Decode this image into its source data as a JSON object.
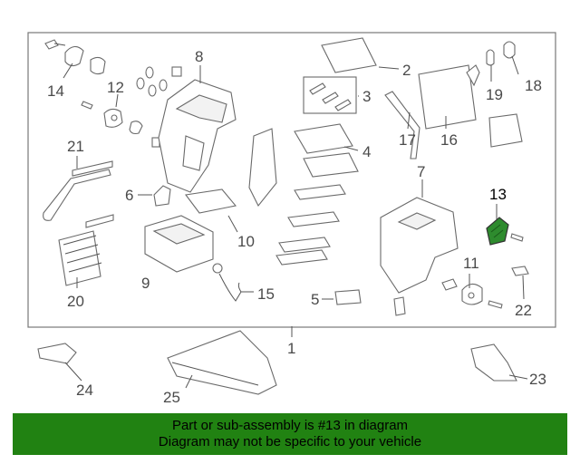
{
  "diagram": {
    "callouts": [
      {
        "id": "1",
        "label": "1"
      },
      {
        "id": "2",
        "label": "2"
      },
      {
        "id": "3",
        "label": "3"
      },
      {
        "id": "4",
        "label": "4"
      },
      {
        "id": "5",
        "label": "5"
      },
      {
        "id": "6",
        "label": "6"
      },
      {
        "id": "7",
        "label": "7"
      },
      {
        "id": "8",
        "label": "8"
      },
      {
        "id": "9",
        "label": "9"
      },
      {
        "id": "10",
        "label": "10"
      },
      {
        "id": "11",
        "label": "11"
      },
      {
        "id": "12",
        "label": "12"
      },
      {
        "id": "13",
        "label": "13"
      },
      {
        "id": "14",
        "label": "14"
      },
      {
        "id": "15",
        "label": "15"
      },
      {
        "id": "16",
        "label": "16"
      },
      {
        "id": "17",
        "label": "17"
      },
      {
        "id": "18",
        "label": "18"
      },
      {
        "id": "19",
        "label": "19"
      },
      {
        "id": "20",
        "label": "20"
      },
      {
        "id": "21",
        "label": "21"
      },
      {
        "id": "22",
        "label": "22"
      },
      {
        "id": "23",
        "label": "23"
      },
      {
        "id": "24",
        "label": "24"
      },
      {
        "id": "25",
        "label": "25"
      }
    ],
    "highlighted_part": "13",
    "highlight_color": "#2e8b2e"
  },
  "banner": {
    "line1": "Part or sub-assembly is #13 in diagram",
    "line2": "Diagram may not be specific to your vehicle",
    "background": "#218212"
  }
}
